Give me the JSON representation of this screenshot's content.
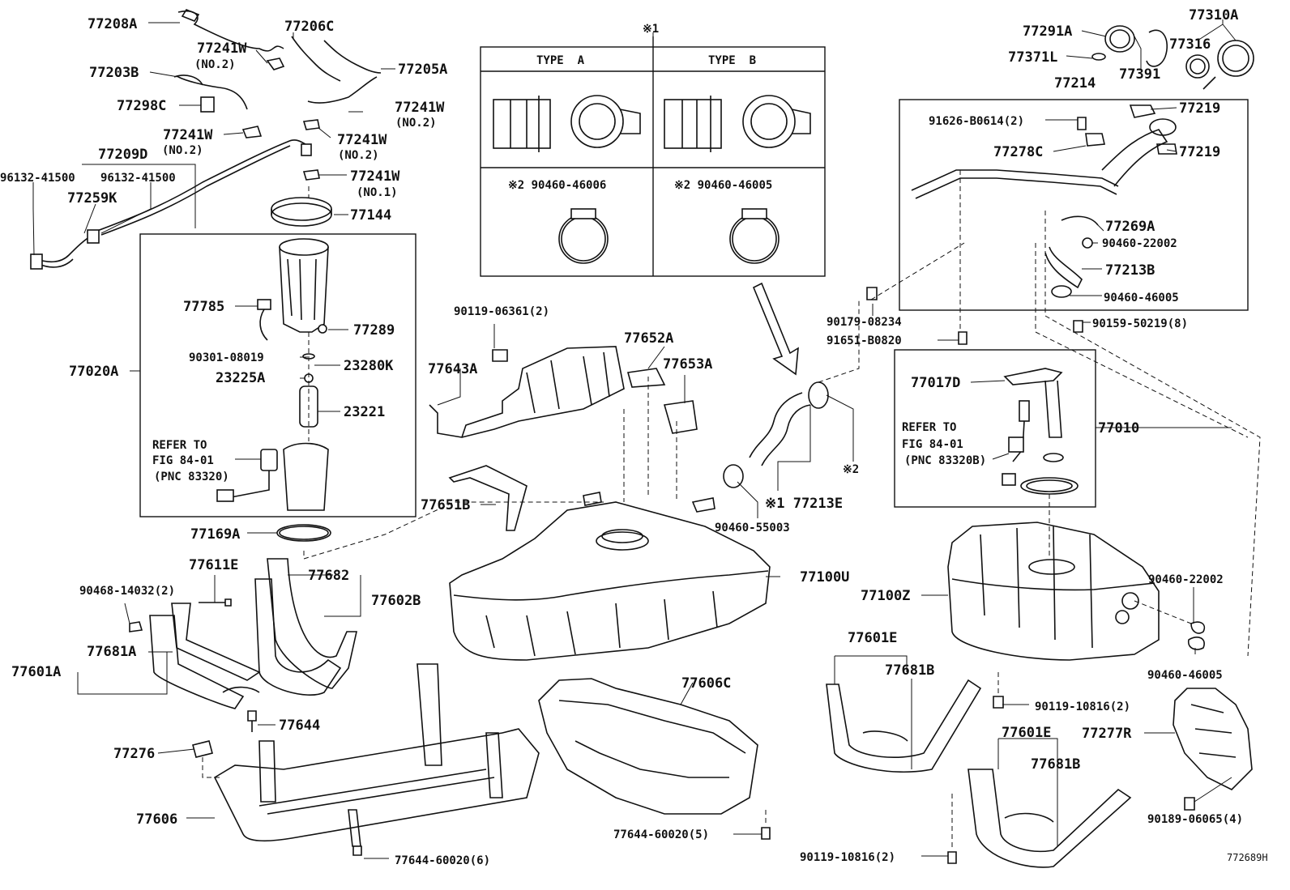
{
  "diagram_id": "772689H",
  "callouts": {
    "c77208A": "77208A",
    "c77241W_a": "77241W",
    "c77241W_a_note": "(NO.2)",
    "c77206C": "77206C",
    "c77205A": "77205A",
    "c77203B": "77203B",
    "c77298C": "77298C",
    "c77241W_b": "77241W",
    "c77241W_b_note": "(NO.2)",
    "c77241W_c": "77241W",
    "c77241W_c_note": "(NO.2)",
    "c77241W_d": "77241W",
    "c77241W_d_note": "(NO.2)",
    "c77209D": "77209D",
    "c77241W_e": "77241W",
    "c77241W_e_note": "(NO.1)",
    "c96132_1": "96132-41500",
    "c96132_2": "96132-41500",
    "c77259K": "77259K",
    "c77144": "77144",
    "c77785": "77785",
    "c77289": "77289",
    "c90301": "90301-08019",
    "c23280K": "23280K",
    "c23225A": "23225A",
    "c23221": "23221",
    "c77020A": "77020A",
    "refer_left_1": "REFER TO",
    "refer_left_2": "FIG 84-01",
    "refer_left_3": "(PNC 83320)",
    "c77169A": "77169A",
    "c77611E": "77611E",
    "c90468": "90468-14032(2)",
    "c77682": "77682",
    "c77602B": "77602B",
    "c77681A": "77681A",
    "c77601A": "77601A",
    "c77644": "77644",
    "c77276": "77276",
    "c77606": "77606",
    "c77644_6": "77644-60020(6)",
    "note1": "※1",
    "type_a": "TYPE  A",
    "type_b": "TYPE  B",
    "clamp_a": "※2 90460-46006",
    "clamp_b": "※2 90460-46005",
    "c90119_06361": "90119-06361(2)",
    "c77643A": "77643A",
    "c77652A": "77652A",
    "c77653A": "77653A",
    "c77651B": "77651B",
    "c77100U": "77100U",
    "c90460_55003": "90460-55003",
    "c77213E": "※1 77213E",
    "note2": "※2",
    "c77606C": "77606C",
    "c77644_5": "77644-60020(5)",
    "c77291A": "77291A",
    "c77310A": "77310A",
    "c77316": "77316",
    "c77371L": "77371L",
    "c77391": "77391",
    "c77214": "77214",
    "c91626": "91626-B0614(2)",
    "c77219_a": "77219",
    "c77278C": "77278C",
    "c77219_b": "77219",
    "c77269A": "77269A",
    "c90460_22002_a": "90460-22002",
    "c77213B": "77213B",
    "c90460_46005_a": "90460-46005",
    "c90179": "90179-08234",
    "c90159": "90159-50219(8)",
    "c91651": "91651-B0820",
    "c77017D": "77017D",
    "c77010": "77010",
    "refer_right_1": "REFER TO",
    "refer_right_2": "FIG 84-01",
    "refer_right_3": "(PNC 83320B)",
    "c77100Z": "77100Z",
    "c90460_22002_b": "90460-22002",
    "c90460_46005_b": "90460-46005",
    "c77601E_a": "77601E",
    "c77681B_a": "77681B",
    "c90119_10816_a": "90119-10816(2)",
    "c77601E_b": "77601E",
    "c77681B_b": "77681B",
    "c77277R": "77277R",
    "c90189": "90189-06065(4)",
    "c90119_10816_b": "90119-10816(2)"
  }
}
